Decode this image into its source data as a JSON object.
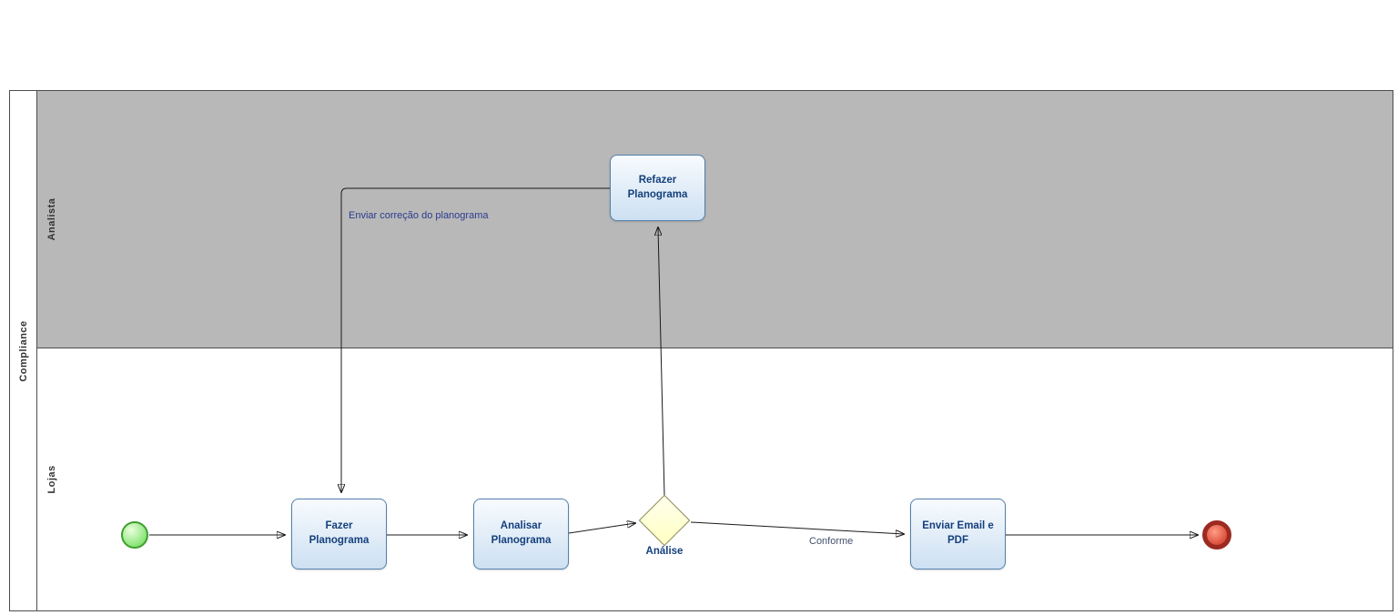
{
  "diagram": {
    "pool": {
      "label": "Compliance",
      "lanes": [
        {
          "label": "Analista"
        },
        {
          "label": "Lojas"
        }
      ]
    },
    "tasks": {
      "refazer": {
        "label": "Refazer\nPlanograma"
      },
      "fazer": {
        "label": "Fazer\nPlanograma"
      },
      "analisar": {
        "label": "Analisar\nPlanograma"
      },
      "enviar": {
        "label": "Enviar Email e\nPDF"
      }
    },
    "gateway": {
      "label": "Análise"
    },
    "edge_labels": {
      "correction": "Enviar correção do planograma",
      "conforme": "Conforme"
    },
    "events": {
      "start": "start-event",
      "end": "end-event"
    },
    "colors": {
      "lane_analista_fill": "#b8b8b8",
      "lane_lojas_fill": "#ffffff",
      "task_border": "#5280ab",
      "task_fill_bottom": "#cde0f2",
      "task_text": "#14407c",
      "gateway_fill": "#ffffc2",
      "gateway_border": "#8a8a52",
      "start_fill": "#8ce57a",
      "start_border": "#3f9e2f",
      "end_fill": "#d94a36",
      "end_border": "#9b2a21",
      "flow_line": "#1a1a1a",
      "flow_label": "#2a3b8f"
    }
  }
}
